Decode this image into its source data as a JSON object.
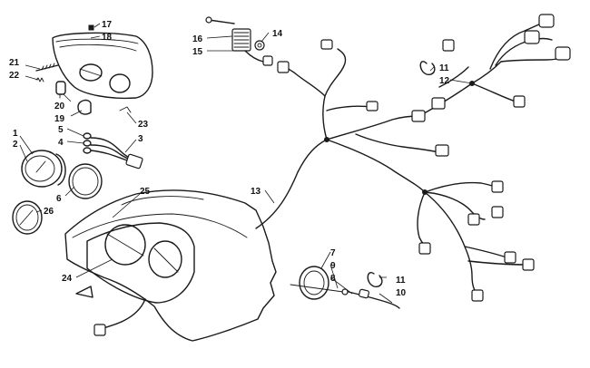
{
  "callouts": {
    "c1": "1",
    "c2": "2",
    "c3": "3",
    "c4": "4",
    "c5": "5",
    "c6": "6",
    "c7": "7",
    "c8": "8",
    "c9": "9",
    "c10": "10",
    "c11a": "11",
    "c11b": "11",
    "c12": "12",
    "c13": "13",
    "c14": "14",
    "c15": "15",
    "c16": "16",
    "c17": "17",
    "c18": "18",
    "c19": "19",
    "c20": "20",
    "c21": "21",
    "c22": "22",
    "c23": "23",
    "c24": "24",
    "c25": "25",
    "c26": "26"
  },
  "colors": {
    "ink": "#1a1a1a",
    "background": "#ffffff"
  }
}
